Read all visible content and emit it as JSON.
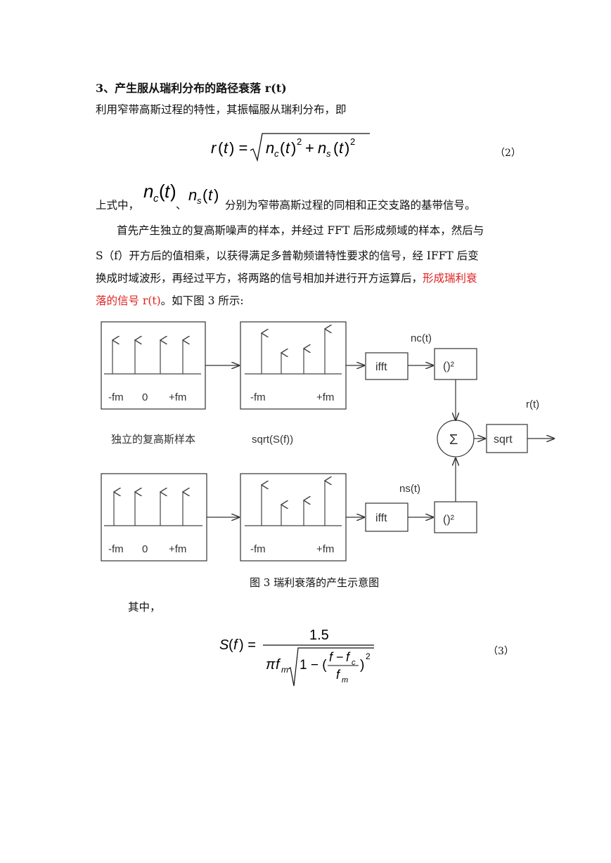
{
  "section_heading": "3、产生服从瑞利分布的路径衰落 r(t)",
  "intro_line": "利用窄带高斯过程的特性，其振幅服从瑞利分布，即",
  "eq2_number": "（2）",
  "eq2_after": "上式中，",
  "eq2_sep": "、",
  "eq2_tail": "分别为窄带高斯过程的同相和正交支路的基带信号。",
  "para_line1": "首先产生独立的复高斯噪声的样本，并经过 FFT 后形成频域的样本，然后与",
  "para_line2": "S（f）开方后的值相乘，以获得满足多普勒频谱特性要求的信号，经 IFFT 后变",
  "para_line3_black": "换成时域波形，再经过平方，将两路的信号相加并进行开方运算后，",
  "para_line3_red": "形成瑞利衰",
  "para_line4_red": "落的信号 r(t)",
  "para_line4_black": "。如下图 3 所示:",
  "diagram": {
    "label_neg_fm": "-fm",
    "label_zero": "0",
    "label_pos_fm": "+fm",
    "label_samples": "独立的复高斯样本",
    "label_sqrt_sf": "sqrt(S(f))",
    "label_ifft": "ifft",
    "label_square": "()²",
    "label_nc": "nc(t)",
    "label_ns": "ns(t)",
    "label_sum": "Σ",
    "label_sqrt": "sqrt",
    "label_rt": "r(t)"
  },
  "figure_caption": "图 3  瑞利衰落的产生示意图",
  "where_text": "其中，",
  "eq3_numerator": "1.5",
  "eq3_number": "（3）"
}
